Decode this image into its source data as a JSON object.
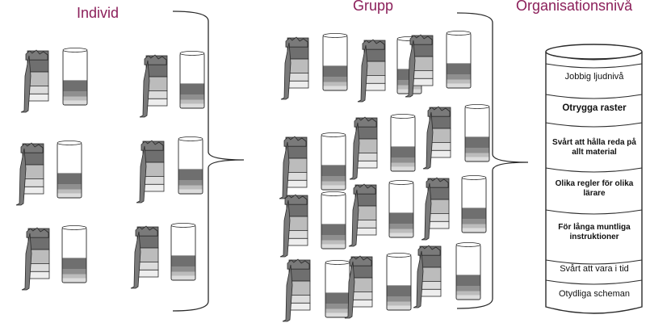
{
  "headings": {
    "individual": "Individ",
    "group": "Grupp",
    "organisation": "Organisationsnivå"
  },
  "levels": [
    {
      "text": "Jobbig ljudnivå",
      "bold": false
    },
    {
      "text": "Otrygga raster",
      "bold": true
    },
    {
      "text": "Svårt att hålla reda på allt material",
      "bold": true
    },
    {
      "text": "Olika regler för olika lärare",
      "bold": true
    },
    {
      "text": "För långa muntliga instruktioner",
      "bold": true
    },
    {
      "text": "Svårt att vara i tid",
      "bold": false
    },
    {
      "text": "Otydliga scheman",
      "bold": false
    }
  ],
  "colors": {
    "heading": "#8b1f5a",
    "outline": "#2a2a2a",
    "layer_light": "#dcdcdc",
    "layer_mid": "#bcbcbc",
    "layer_dark": "#8f8f8f",
    "layer_darkest": "#6f6f6f",
    "cloth": "#7a7a7a"
  },
  "icons": {
    "bucket": "draped-cylinder-icon",
    "glass": "layered-glass-icon",
    "bracket": "curly-brace-icon",
    "barrel": "scroll-barrel-icon"
  }
}
